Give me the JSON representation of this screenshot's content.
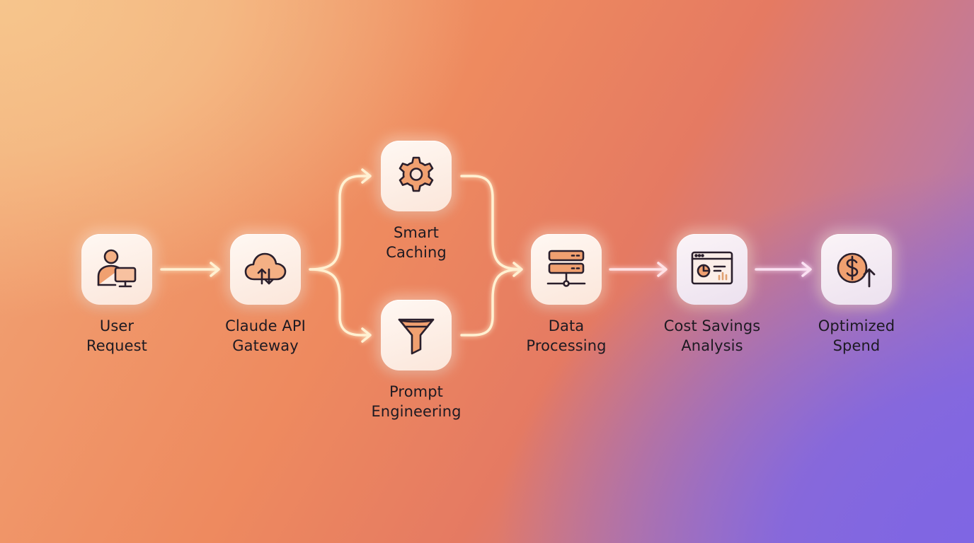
{
  "nodes": {
    "user_request": {
      "line1": "User",
      "line2": "Request",
      "icon": "user-computer-icon"
    },
    "claude_api_gateway": {
      "line1": "Claude API",
      "line2": "Gateway",
      "icon": "cloud-sync-icon"
    },
    "smart_caching": {
      "line1": "Smart",
      "line2": "Caching",
      "icon": "gear-icon"
    },
    "prompt_engineering": {
      "line1": "Prompt",
      "line2": "Engineering",
      "icon": "funnel-icon"
    },
    "data_processing": {
      "line1": "Data",
      "line2": "Processing",
      "icon": "server-stack-icon"
    },
    "cost_savings_analysis": {
      "line1": "Cost Savings",
      "line2": "Analysis",
      "icon": "dashboard-chart-icon"
    },
    "optimized_spend": {
      "line1": "Optimized",
      "line2": "Spend",
      "icon": "dollar-up-icon"
    }
  },
  "colors": {
    "icon_stroke": "#2a1f2c",
    "icon_fill_warm": "#f0a070",
    "icon_fill_cool": "#c898c0",
    "connector": "#fff3d6"
  }
}
